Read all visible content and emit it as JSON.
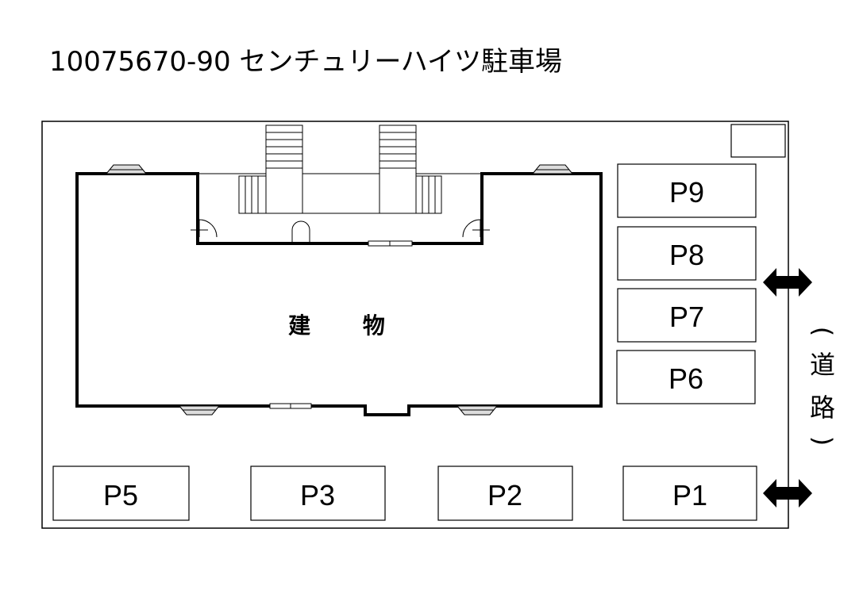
{
  "title": "10075670-90 センチュリーハイツ駐車場",
  "building_label": "建 物",
  "road": {
    "open_paren": "(",
    "char1": "道",
    "char2": "路",
    "close_paren": ")"
  },
  "spaces": {
    "p1": "P1",
    "p2": "P2",
    "p3": "P3",
    "p5": "P5",
    "p6": "P6",
    "p7": "P7",
    "p8": "P8",
    "p9": "P9"
  },
  "colors": {
    "line": "#000000",
    "background": "#ffffff",
    "fixture": "#888888"
  }
}
